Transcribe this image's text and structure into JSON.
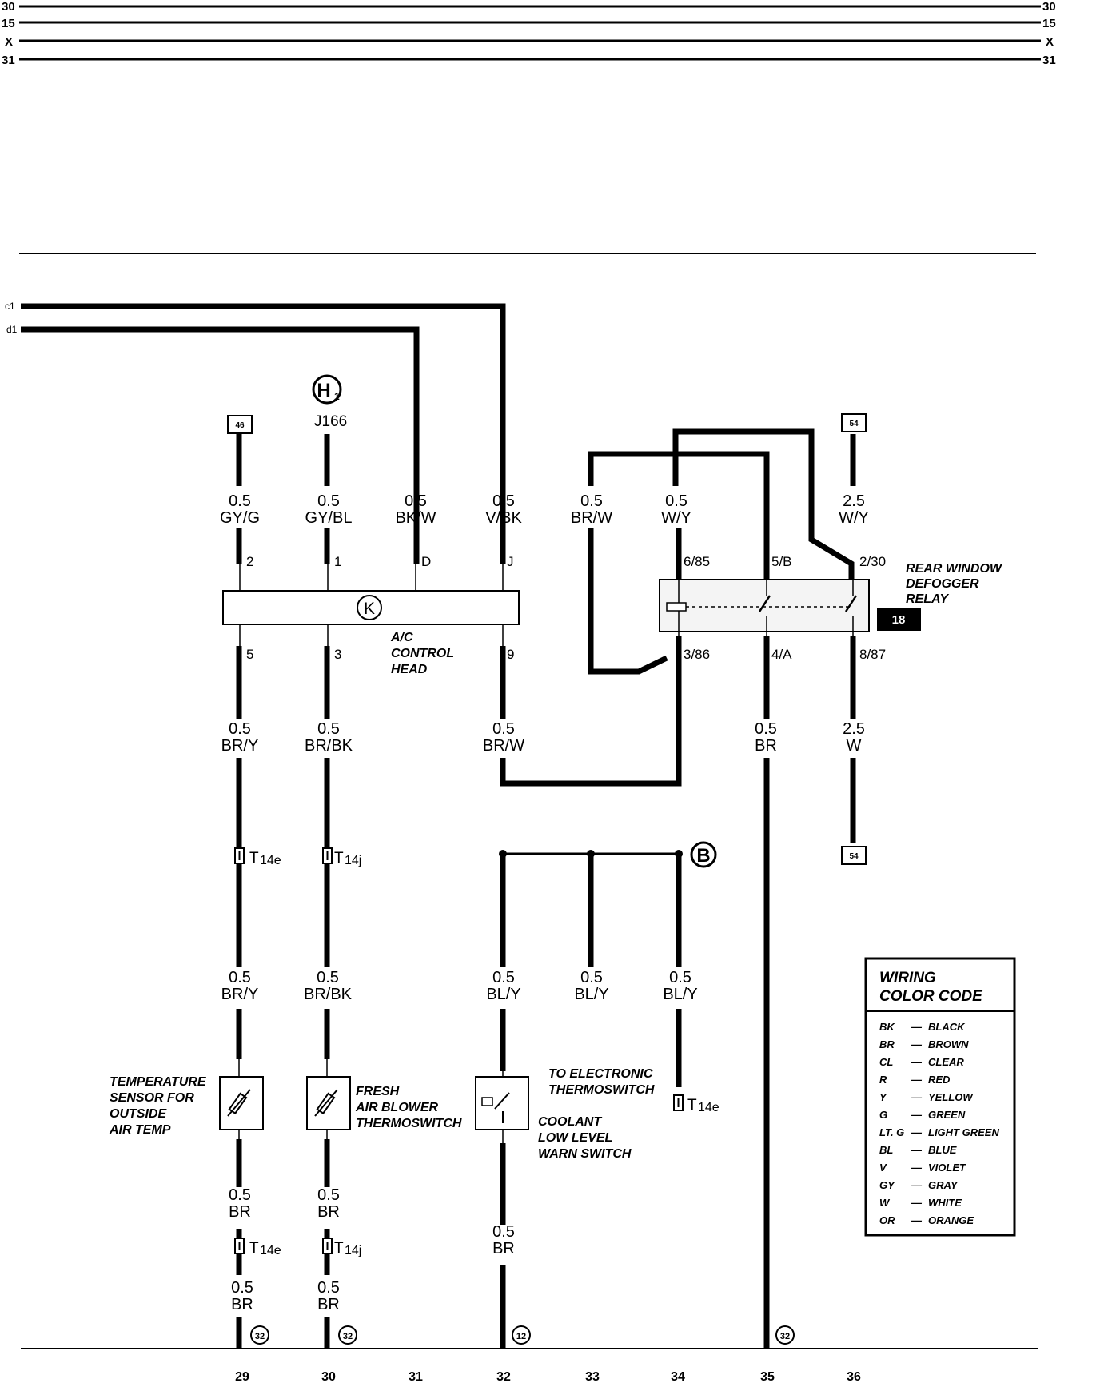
{
  "rails": {
    "labels": [
      "30",
      "15",
      "X",
      "31"
    ]
  },
  "inputs": {
    "c1": "c1",
    "d1": "d1"
  },
  "ac_head": {
    "symbol": "K",
    "name_lines": [
      "A/C",
      "CONTROL",
      "HEAD"
    ],
    "top_pins": [
      "2",
      "1",
      "D",
      "J"
    ],
    "bottom_pins": [
      "5",
      "3",
      "9"
    ]
  },
  "h1": {
    "symbol": "H",
    "sub": "1",
    "ref": "J166"
  },
  "relay": {
    "name_lines": [
      "REAR WINDOW",
      "DEFOGGER",
      "RELAY"
    ],
    "badge": "18",
    "top_pins": [
      "6/85",
      "5/B",
      "2/30"
    ],
    "bottom_pins": [
      "3/86",
      "4/A",
      "8/87"
    ]
  },
  "boxes": {
    "b46": "46",
    "b54_top": "54",
    "b54_bottom": "54"
  },
  "wires_upper": [
    {
      "gauge": "0.5",
      "color": "GY/G"
    },
    {
      "gauge": "0.5",
      "color": "GY/BL"
    },
    {
      "gauge": "0.5",
      "color": "BK/W"
    },
    {
      "gauge": "0.5",
      "color": "V/BK"
    },
    {
      "gauge": "0.5",
      "color": "BR/W"
    },
    {
      "gauge": "0.5",
      "color": "W/Y"
    },
    {
      "gauge": "2.5",
      "color": "W/Y"
    }
  ],
  "wires_mid": [
    {
      "gauge": "0.5",
      "color": "BR/Y"
    },
    {
      "gauge": "0.5",
      "color": "BR/BK"
    },
    {
      "gauge": "0.5",
      "color": "BR/W"
    },
    {
      "gauge": "0.5",
      "color": "BR"
    },
    {
      "gauge": "2.5",
      "color": "W"
    }
  ],
  "connectors": {
    "c29a": {
      "t": "T",
      "s": "14e"
    },
    "c30a": {
      "t": "T",
      "s": "14j"
    },
    "c34": {
      "t": "T",
      "s": "14e"
    },
    "c29b": {
      "t": "T",
      "s": "14e"
    },
    "c30b": {
      "t": "T",
      "s": "14j"
    }
  },
  "node_b": "B",
  "wires_lower": [
    {
      "gauge": "0.5",
      "color": "BR/Y"
    },
    {
      "gauge": "0.5",
      "color": "BR/BK"
    },
    {
      "gauge": "0.5",
      "color": "BL/Y"
    },
    {
      "gauge": "0.5",
      "color": "BL/Y"
    },
    {
      "gauge": "0.5",
      "color": "BL/Y"
    }
  ],
  "components": {
    "temp_sensor": [
      "TEMPERATURE",
      "SENSOR FOR",
      "OUTSIDE",
      "AIR TEMP"
    ],
    "blower_switch": [
      "FRESH",
      "AIR BLOWER",
      "THERMOSWITCH"
    ],
    "to_electronic": [
      "TO ELECTRONIC",
      "THERMOSWITCH"
    ],
    "coolant_switch": [
      "COOLANT",
      "LOW LEVEL",
      "WARN SWITCH"
    ]
  },
  "wires_bottom": [
    {
      "gauge": "0.5",
      "color": "BR"
    },
    {
      "gauge": "0.5",
      "color": "BR"
    },
    {
      "gauge": "0.5",
      "color": "BR"
    }
  ],
  "wires_final": [
    {
      "gauge": "0.5",
      "color": "BR"
    },
    {
      "gauge": "0.5",
      "color": "BR"
    }
  ],
  "grounds": [
    "32",
    "32",
    "12",
    "32"
  ],
  "columns": [
    "29",
    "30",
    "31",
    "32",
    "33",
    "34",
    "35",
    "36"
  ],
  "legend": {
    "title": [
      "WIRING",
      "COLOR CODE"
    ],
    "rows": [
      {
        "code": "BK",
        "name": "BLACK"
      },
      {
        "code": "BR",
        "name": "BROWN"
      },
      {
        "code": "CL",
        "name": "CLEAR"
      },
      {
        "code": "R",
        "name": "RED"
      },
      {
        "code": "Y",
        "name": "YELLOW"
      },
      {
        "code": "G",
        "name": "GREEN"
      },
      {
        "code": "LT. G",
        "name": "LIGHT GREEN"
      },
      {
        "code": "BL",
        "name": "BLUE"
      },
      {
        "code": "V",
        "name": "VIOLET"
      },
      {
        "code": "GY",
        "name": "GRAY"
      },
      {
        "code": "W",
        "name": "WHITE"
      },
      {
        "code": "OR",
        "name": "ORANGE"
      }
    ]
  }
}
